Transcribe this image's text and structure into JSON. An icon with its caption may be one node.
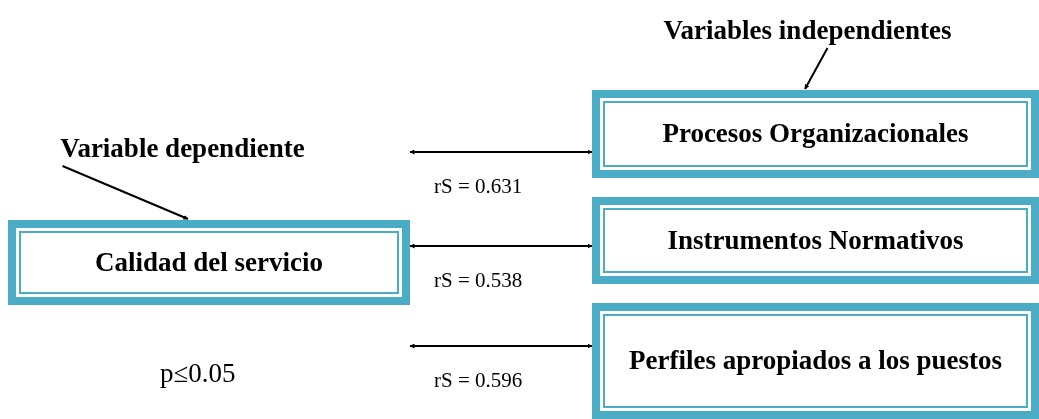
{
  "diagram": {
    "nodes": [
      {
        "text": [
          "Variable dependiente"
        ]
      },
      {
        "text": [
          "Calidad del servicio"
        ]
      },
      {
        "text": [
          "Variables independientes"
        ]
      },
      {
        "text": [
          "Procesos Organizacionales"
        ]
      },
      {
        "text": [
          "Instrumentos Normativos"
        ]
      },
      {
        "text": [
          "Perfiles apropiados a los puestos"
        ]
      }
    ],
    "edges": [
      {
        "from": 0,
        "to": 1,
        "arrow": "to"
      },
      {
        "from": 2,
        "to": 3,
        "arrow": "to"
      },
      {
        "from": 1,
        "to": 3,
        "arrow": "both",
        "label": "rS = 0.631"
      },
      {
        "from": 1,
        "to": 4,
        "arrow": "both",
        "label": "rS = 0.538"
      },
      {
        "from": 1,
        "to": 5,
        "arrow": "both",
        "label": "rS = 0.596"
      }
    ],
    "labels": [
      "p≤0.05"
    ]
  }
}
